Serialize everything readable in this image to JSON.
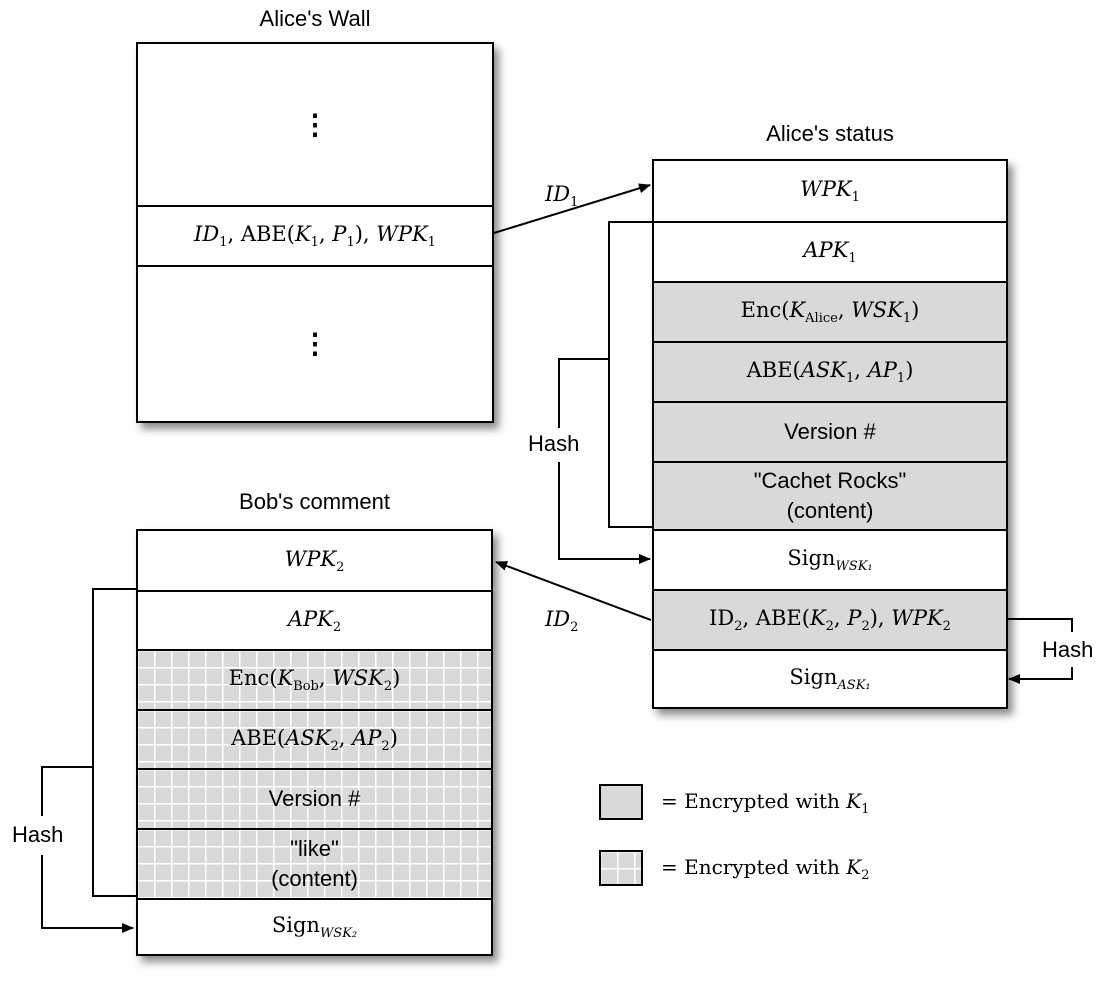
{
  "alice_wall": {
    "title": "Alice's Wall",
    "top_dots": "⋮",
    "entry": {
      "id": "ID",
      "id_sub": "1",
      "abe": "ABE(",
      "k": "K",
      "k_sub": "1",
      "sep": ", ",
      "p": "P",
      "p_sub": "1",
      "close": "), ",
      "wpk": "WPK",
      "wpk_sub": "1"
    },
    "bottom_dots": "⋮"
  },
  "alice_status": {
    "title": "Alice's status",
    "rows": {
      "wpk": {
        "main": "WPK",
        "sub": "1"
      },
      "apk": {
        "main": "APK",
        "sub": "1"
      },
      "enc": {
        "prefix": "Enc(",
        "k": "K",
        "k_sub": "Alice",
        "sep": ", ",
        "wsk": "WSK",
        "wsk_sub": "1",
        "close": ")"
      },
      "abe": {
        "prefix": "ABE(",
        "ask": "ASK",
        "ask_sub": "1",
        "sep": ", ",
        "ap": "AP",
        "ap_sub": "1",
        "close": ")"
      },
      "version": "Version #",
      "content_line1": "\"Cachet Rocks\"",
      "content_line2": "(content)",
      "sign_wsk": {
        "main": "Sign",
        "sub": "WSK₁"
      },
      "comment_ref": {
        "id": "ID",
        "id_sub": "2",
        "abe": ", ABE(",
        "k": "K",
        "k_sub": "2",
        "sep": ", ",
        "p": "P",
        "p_sub": "2",
        "close": "), ",
        "wpk": "WPK",
        "wpk_sub": "2"
      },
      "sign_ask": {
        "main": "Sign",
        "sub": "ASK₁"
      }
    }
  },
  "bob_comment": {
    "title": "Bob's comment",
    "rows": {
      "wpk": {
        "main": "WPK",
        "sub": "2"
      },
      "apk": {
        "main": "APK",
        "sub": "2"
      },
      "enc": {
        "prefix": "Enc(",
        "k": "K",
        "k_sub": "Bob",
        "sep": ", ",
        "wsk": "WSK",
        "wsk_sub": "2",
        "close": ")"
      },
      "abe": {
        "prefix": "ABE(",
        "ask": "ASK",
        "ask_sub": "2",
        "sep": ", ",
        "ap": "AP",
        "ap_sub": "2",
        "close": ")"
      },
      "version": "Version #",
      "content_line1": "\"like\"",
      "content_line2": "(content)",
      "sign_wsk": {
        "main": "Sign",
        "sub": "WSK₂"
      }
    }
  },
  "labels": {
    "id1": {
      "main": "ID",
      "sub": "1"
    },
    "id2": {
      "main": "ID",
      "sub": "2"
    },
    "hash_status": "Hash",
    "hash_status_right": "Hash",
    "hash_bob": "Hash"
  },
  "legend": {
    "k1": {
      "text": "= Encrypted with ",
      "k": "K",
      "sub": "1"
    },
    "k2": {
      "text": "= Encrypted with ",
      "k": "K",
      "sub": "2"
    }
  },
  "colors": {
    "encrypted_fill": "#d9d9d9",
    "stroke": "#000000",
    "grid_line": "#ffffff"
  }
}
